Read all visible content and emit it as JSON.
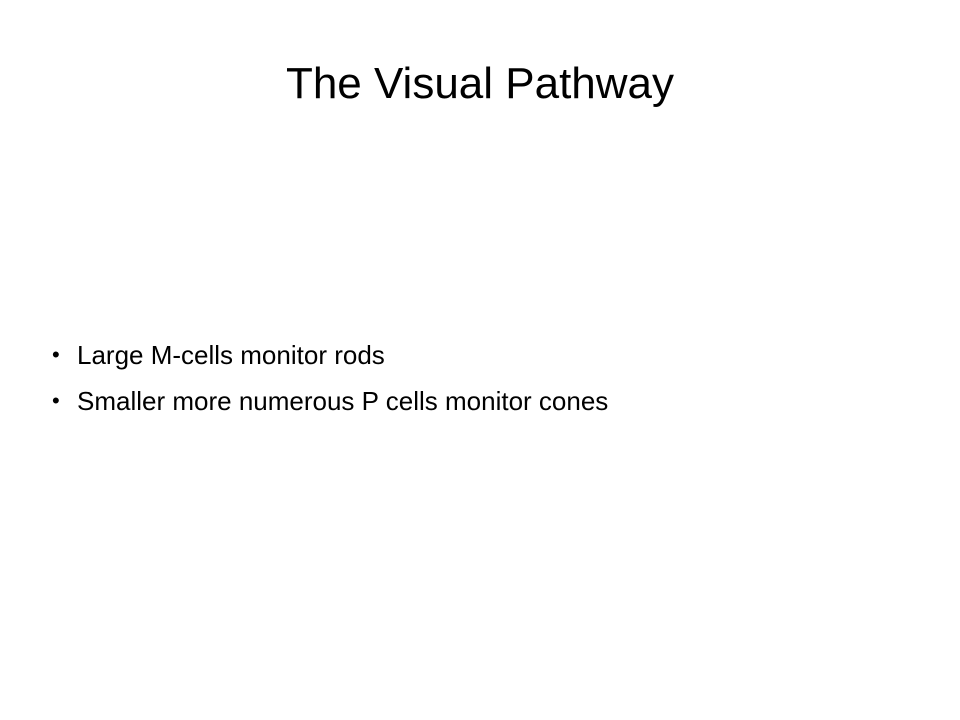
{
  "slide": {
    "title": "The Visual Pathway",
    "bullets": [
      "Large M-cells monitor rods",
      "Smaller more numerous P cells monitor cones"
    ]
  }
}
